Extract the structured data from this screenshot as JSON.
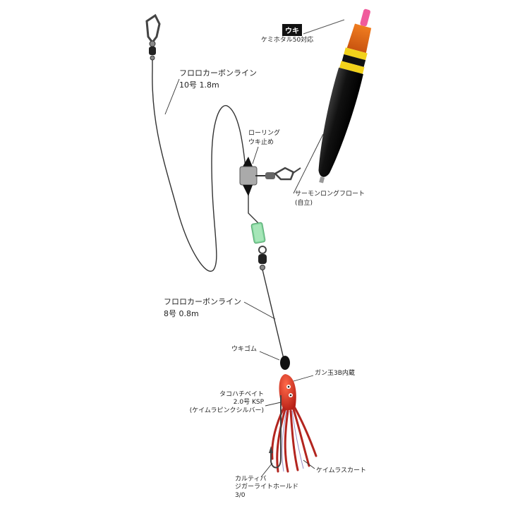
{
  "labels": {
    "uki_badge": "ウキ",
    "uki_note": "ケミホタル50対応",
    "main_line_name": "フロロカーボンライン",
    "main_line_spec": "10号 1.8m",
    "rolling_1": "ローリング",
    "rolling_2": "ウキ止め",
    "float_name": "サーモンロングフロート",
    "float_type": "(自立)",
    "leader_name": "フロロカーボンライン",
    "leader_spec": "8号 0.8m",
    "uki_gomu": "ウキゴム",
    "gan_dama": "ガン玉3B内蔵",
    "lure_1": "タコハチベイト",
    "lure_2": "2.0号 KSP",
    "lure_3": "(ケイムラピンクシルバー)",
    "skirt": "ケイムラスカート",
    "hook_1": "カルティバ",
    "hook_2": "ジガーライトホールド",
    "hook_3": "3/0"
  },
  "colors": {
    "line": "#333333",
    "float_body": "#111111",
    "float_top_orange": "#e8731a",
    "float_band_yellow": "#f2d21b",
    "float_tip_pink": "#f05b9c",
    "chemlight_green": "#7fd49a",
    "lure_red": "#d9261c",
    "skirt_red": "#b3251f"
  }
}
